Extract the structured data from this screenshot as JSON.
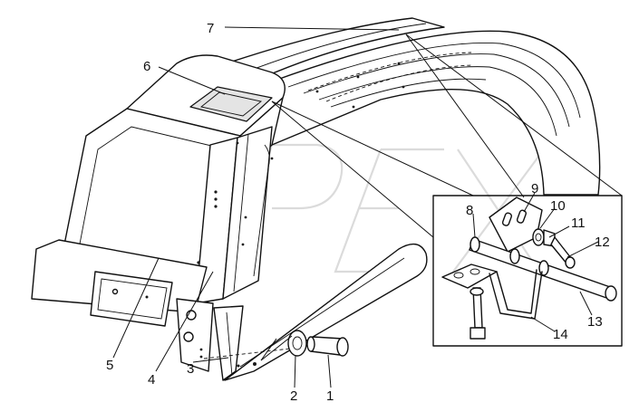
{
  "diagram": {
    "callouts": [
      {
        "id": "1",
        "label": "1"
      },
      {
        "id": "2",
        "label": "2"
      },
      {
        "id": "3",
        "label": "3"
      },
      {
        "id": "4",
        "label": "4"
      },
      {
        "id": "5",
        "label": "5"
      },
      {
        "id": "6",
        "label": "6"
      },
      {
        "id": "7",
        "label": "7"
      },
      {
        "id": "8",
        "label": "8"
      },
      {
        "id": "9",
        "label": "9"
      },
      {
        "id": "10",
        "label": "10"
      },
      {
        "id": "11",
        "label": "11"
      },
      {
        "id": "12",
        "label": "12"
      },
      {
        "id": "13",
        "label": "13"
      },
      {
        "id": "14",
        "label": "14"
      }
    ],
    "watermark": "OPEX"
  }
}
